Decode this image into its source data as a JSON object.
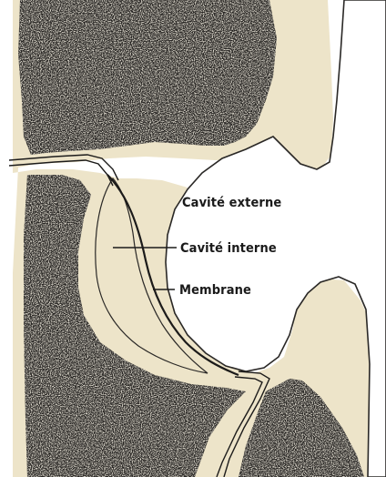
{
  "diagram": {
    "labels": {
      "external_cavity": "Cavité externe",
      "internal_cavity": "Cavité interne",
      "membrane": "Membrane"
    },
    "colors": {
      "rock": "#242220",
      "cream": "#ede4c9",
      "cavity": "#ffffff",
      "outline": "#2a2826",
      "speckle": "#d8cfb6"
    }
  }
}
